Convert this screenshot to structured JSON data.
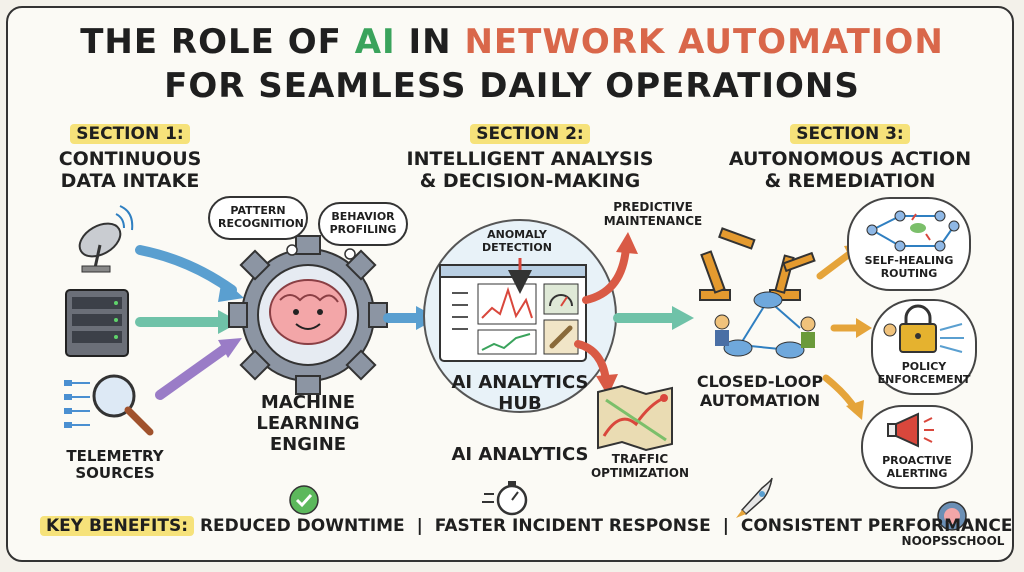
{
  "title": {
    "line1_pre": "THE ROLE OF ",
    "line1_ai": "AI",
    "line1_mid": " IN ",
    "line1_na": "NETWORK AUTOMATION",
    "line2": "FOR SEAMLESS DAILY OPERATIONS"
  },
  "sections": [
    {
      "tag": "SECTION 1:",
      "line1": "CONTINUOUS",
      "line2": "DATA INTAKE"
    },
    {
      "tag": "SECTION 2:",
      "line1": "INTELLIGENT ANALYSIS",
      "line2": "& DECISION-MAKING"
    },
    {
      "tag": "SECTION 3:",
      "line1": "AUTONOMOUS ACTION",
      "line2": "& REMEDIATION"
    }
  ],
  "section1": {
    "telemetry_line1": "TELEMETRY",
    "telemetry_line2": "SOURCES"
  },
  "engine": {
    "cloud1_line1": "PATTERN",
    "cloud1_line2": "RECOGNITION",
    "cloud2_line1": "BEHAVIOR",
    "cloud2_line2": "PROFILING",
    "line1": "MACHINE",
    "line2": "LEARNING",
    "line3": "ENGINE"
  },
  "hub": {
    "anomaly_line1": "ANOMALY",
    "anomaly_line2": "DETECTION",
    "label_line1": "AI ANALYTICS",
    "label_line2": "HUB",
    "below": "AI ANALYTICS",
    "predictive_line1": "PREDICTIVE",
    "predictive_line2": "MAINTENANCE",
    "traffic_line1": "TRAFFIC",
    "traffic_line2": "OPTIMIZATION"
  },
  "section3": {
    "closed_line1": "CLOSED-LOOP",
    "closed_line2": "AUTOMATION",
    "routing_line1": "SELF-HEALING",
    "routing_line2": "ROUTING",
    "policy_line1": "POLICY",
    "policy_line2": "ENFORCEMENT",
    "alert_line1": "PROACTIVE",
    "alert_line2": "ALERTING"
  },
  "benefits": {
    "label": "KEY BENEFITS:",
    "item1": "REDUCED DOWNTIME",
    "item2": "FASTER INCIDENT RESPONSE",
    "item3": "CONSISTENT PERFORMANCE",
    "separator": "|"
  },
  "brand": "NOOPSSCHOOL",
  "colors": {
    "ai": "#3aa35c",
    "network_automation": "#d9674a",
    "highlight": "#f6e27a",
    "arrow_blue": "#5a9fd0",
    "arrow_teal": "#6fc2a8",
    "arrow_purple": "#9a7cc7",
    "arrow_orange": "#e5a43a",
    "arrow_red": "#d95a45"
  }
}
